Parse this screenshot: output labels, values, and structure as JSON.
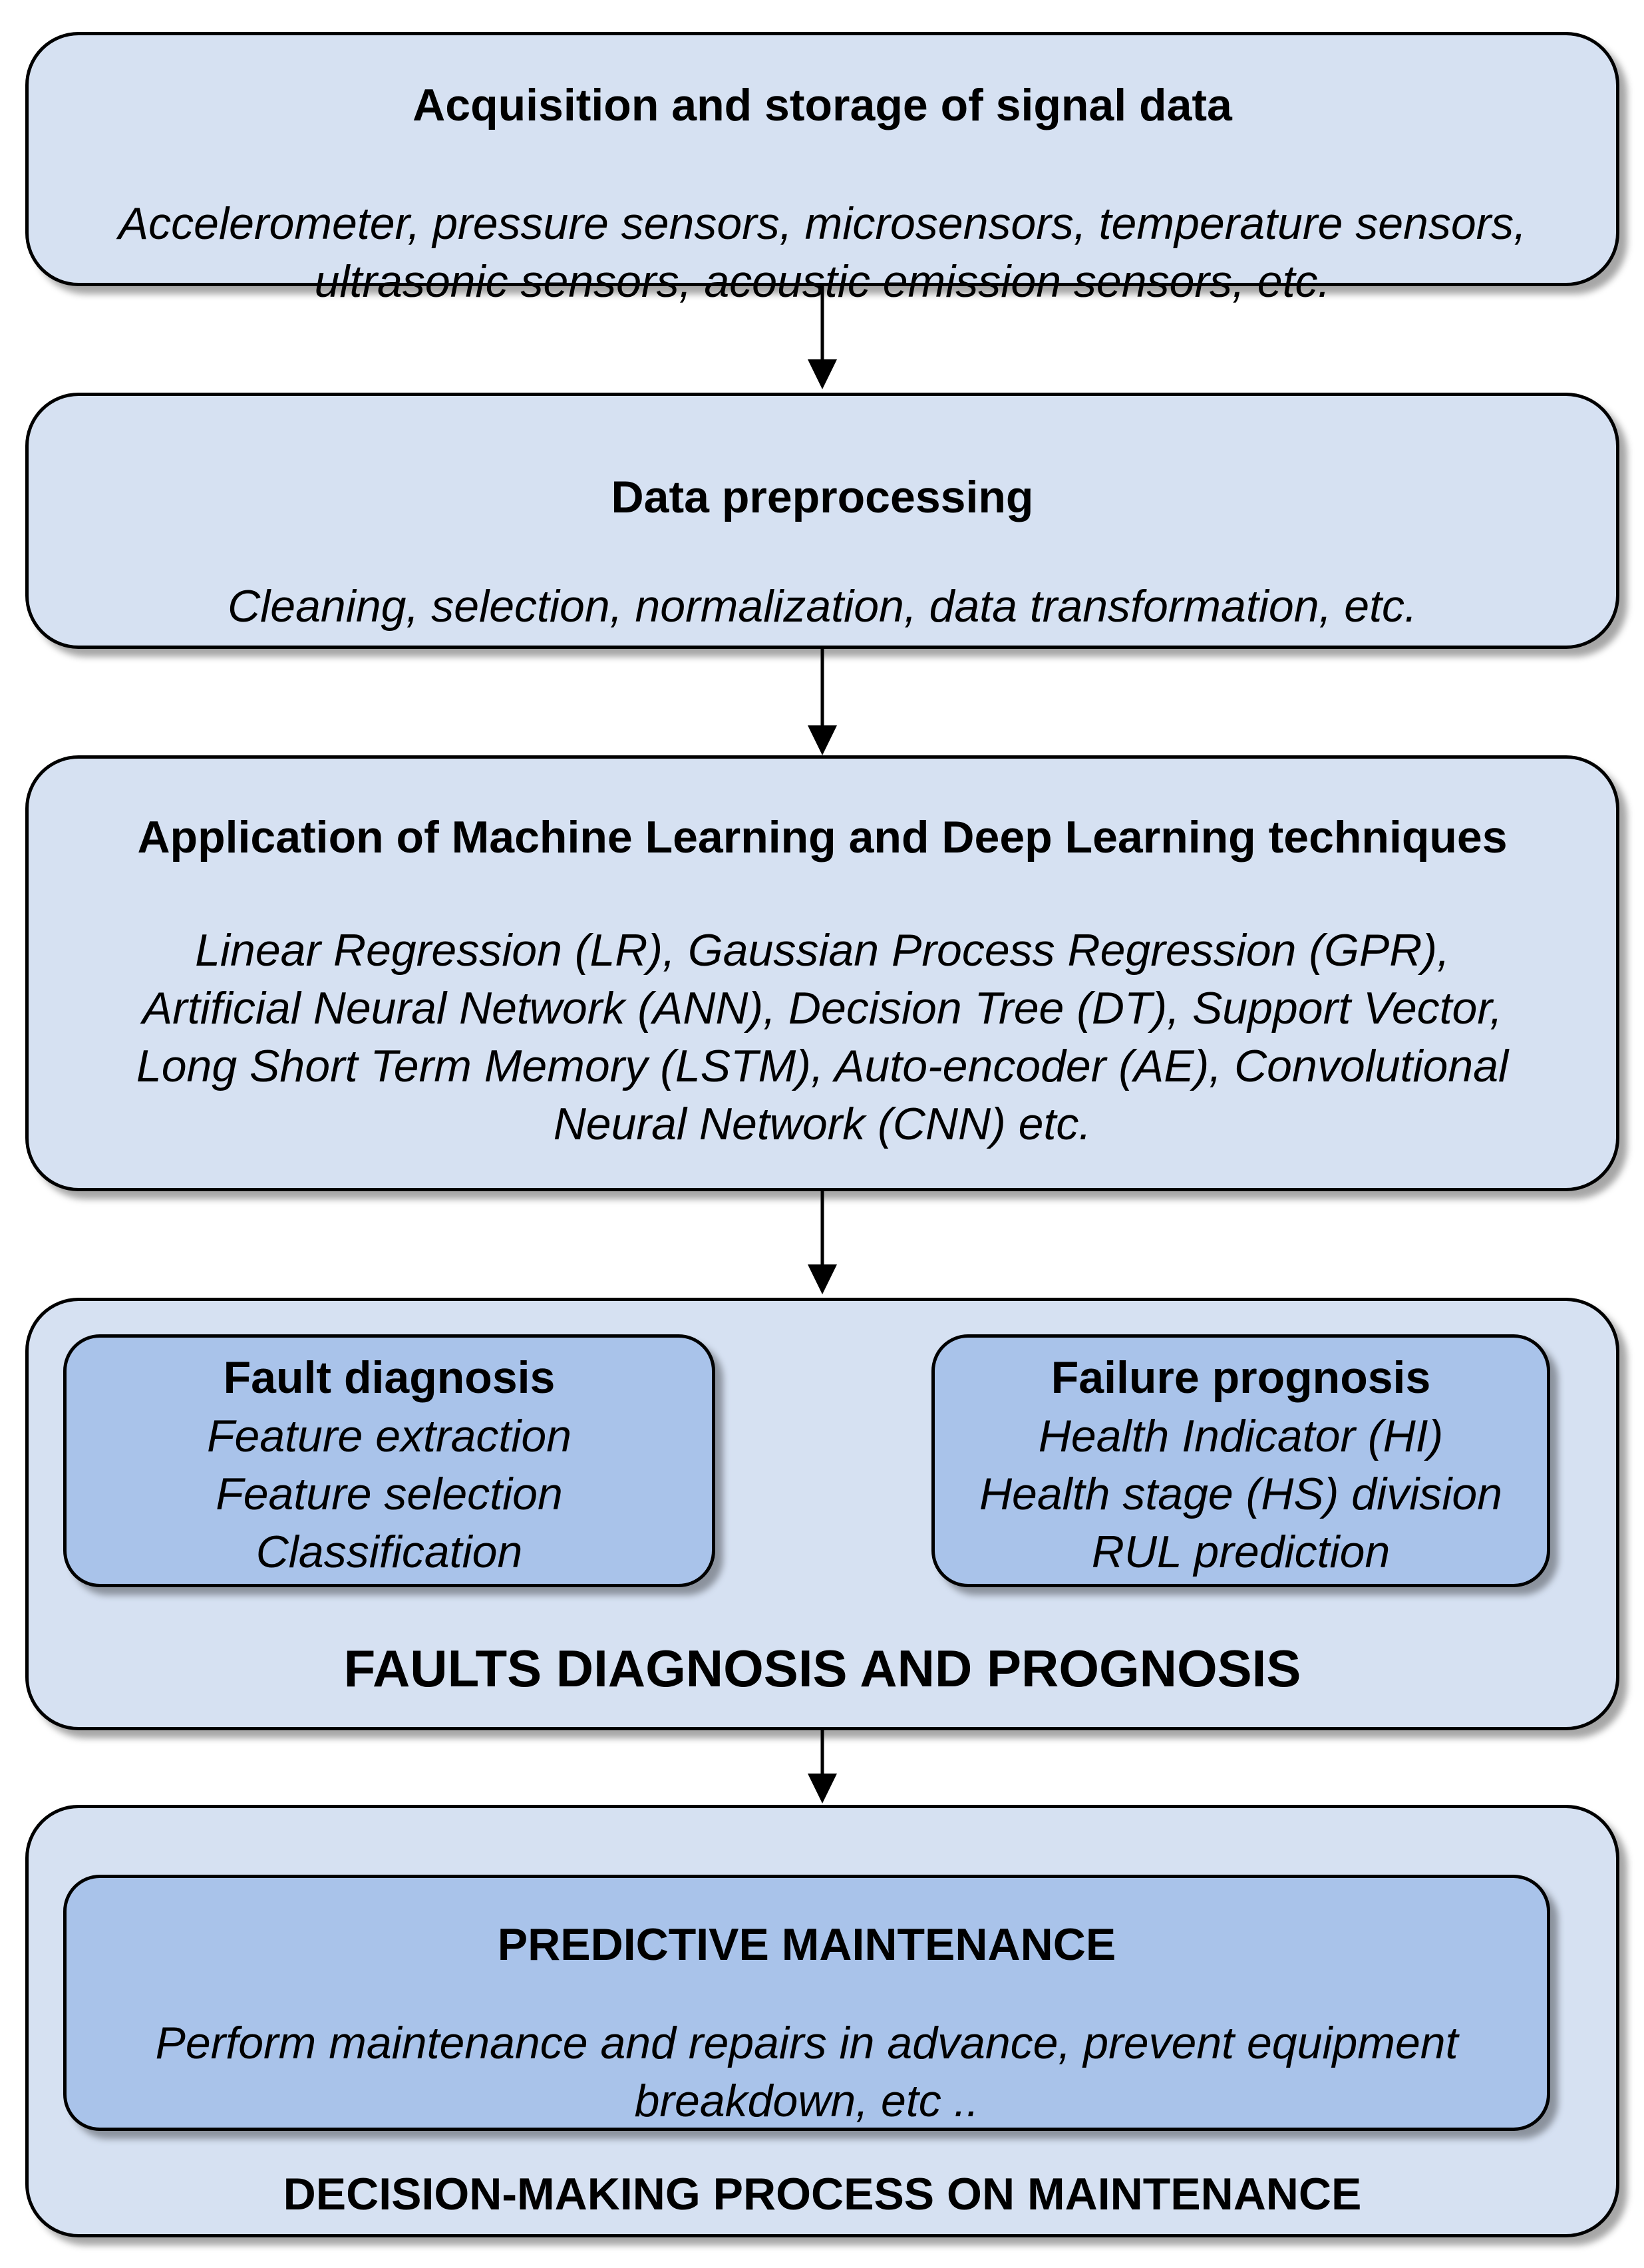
{
  "steps": [
    {
      "title": "Acquisition and storage of signal data",
      "desc": [
        "Accelerometer, pressure sensors, microsensors, temperature sensors,",
        "ultrasonic sensors, acoustic emission sensors, etc."
      ]
    },
    {
      "title": "Data preprocessing",
      "desc": [
        "Cleaning, selection, normalization, data transformation, etc."
      ]
    },
    {
      "title": "Application of Machine Learning and Deep Learning techniques",
      "desc": [
        "Linear Regression (LR), Gaussian Process Regression (GPR),",
        "Artificial Neural Network (ANN), Decision Tree (DT), Support Vector,",
        "Long Short Term Memory (LSTM), Auto-encoder (AE), Convolutional",
        "Neural Network (CNN) etc."
      ]
    },
    {
      "title": "FAULTS DIAGNOSIS AND PROGNOSIS",
      "fault_diagnosis": {
        "title": "Fault diagnosis",
        "items": [
          "Feature extraction",
          "Feature selection",
          "Classification"
        ]
      },
      "failure_prognosis": {
        "title": "Failure prognosis",
        "items": [
          "Health Indicator (HI)",
          "Health stage (HS) division",
          "RUL prediction"
        ]
      }
    },
    {
      "title": "DECISION-MAKING PROCESS ON MAINTENANCE",
      "predictive": {
        "title": "PREDICTIVE MAINTENANCE",
        "desc": [
          "Perform maintenance and repairs in advance, prevent equipment",
          "breakdown, etc .."
        ]
      }
    }
  ]
}
